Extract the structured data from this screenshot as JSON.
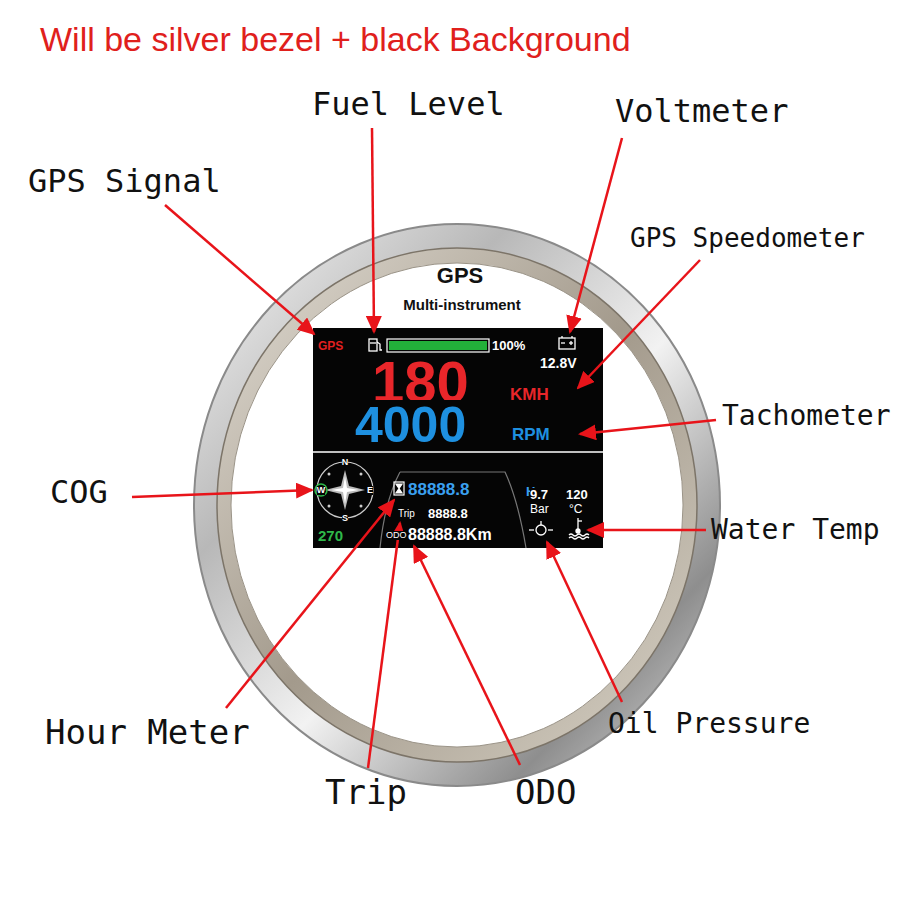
{
  "diagram": {
    "title": "Will be silver bezel + black Background",
    "labels": [
      "Fuel Level",
      "Voltmeter",
      "GPS Signal",
      "GPS Speedometer",
      "GPS",
      "Multi-instrument",
      "GPS",
      "100%",
      "12.8V",
      "180",
      "KMH",
      "4000",
      "RPM",
      "Tachometer",
      "COG",
      "N",
      "E",
      "S",
      "W",
      "270",
      "88888.8",
      "H",
      "Trip",
      "8888.8",
      "ODO",
      "88888.8Km",
      "9.7",
      "120",
      "Bar",
      "°C",
      "Water Temp",
      "Hour Meter",
      "Oil Pressure",
      "Trip",
      "ODO"
    ]
  }
}
